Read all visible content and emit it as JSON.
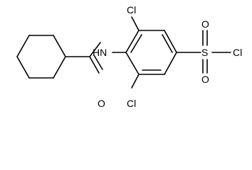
{
  "molecule": {
    "atoms": {
      "cl_top": "Cl",
      "cl_bottom": "Cl",
      "nh": "HN",
      "o_amide": "O",
      "s_sulfonyl": "S",
      "o_sulfonyl_top": "O",
      "o_sulfonyl_bottom": "O",
      "cl_sulfonyl": "Cl"
    },
    "colors": {
      "bond": "#000000",
      "label": "#000000"
    }
  }
}
